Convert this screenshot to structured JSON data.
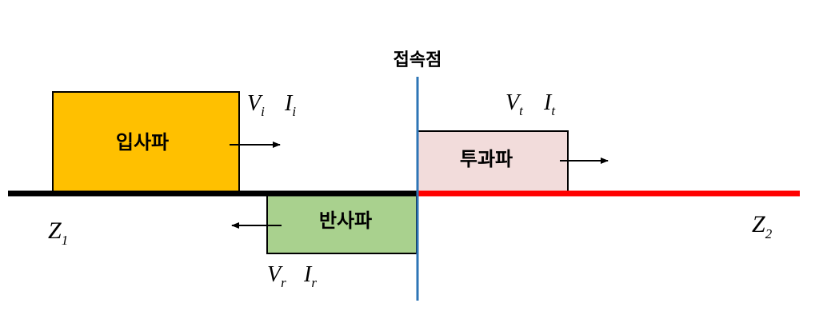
{
  "junction_label": "접속점",
  "colors": {
    "incident": "#FFC000",
    "reflected": "#A9D18E",
    "transmitted": "#F2DCDB",
    "line1": "#000000",
    "line2": "#FF0000",
    "junction": "#2E75B6"
  },
  "incident": {
    "label": "입사파",
    "v": "V",
    "v_sub": "i",
    "i": "I",
    "i_sub": "i"
  },
  "transmitted": {
    "label": "투과파",
    "v": "V",
    "v_sub": "t",
    "i": "I",
    "i_sub": "t"
  },
  "reflected": {
    "label": "반사파",
    "v": "V",
    "v_sub": "r",
    "i": "I",
    "i_sub": "r"
  },
  "z1": {
    "main": "Z",
    "sub": "1"
  },
  "z2": {
    "main": "Z",
    "sub": "2"
  },
  "icons": [
    "arrow-right-icon",
    "arrow-left-icon"
  ]
}
